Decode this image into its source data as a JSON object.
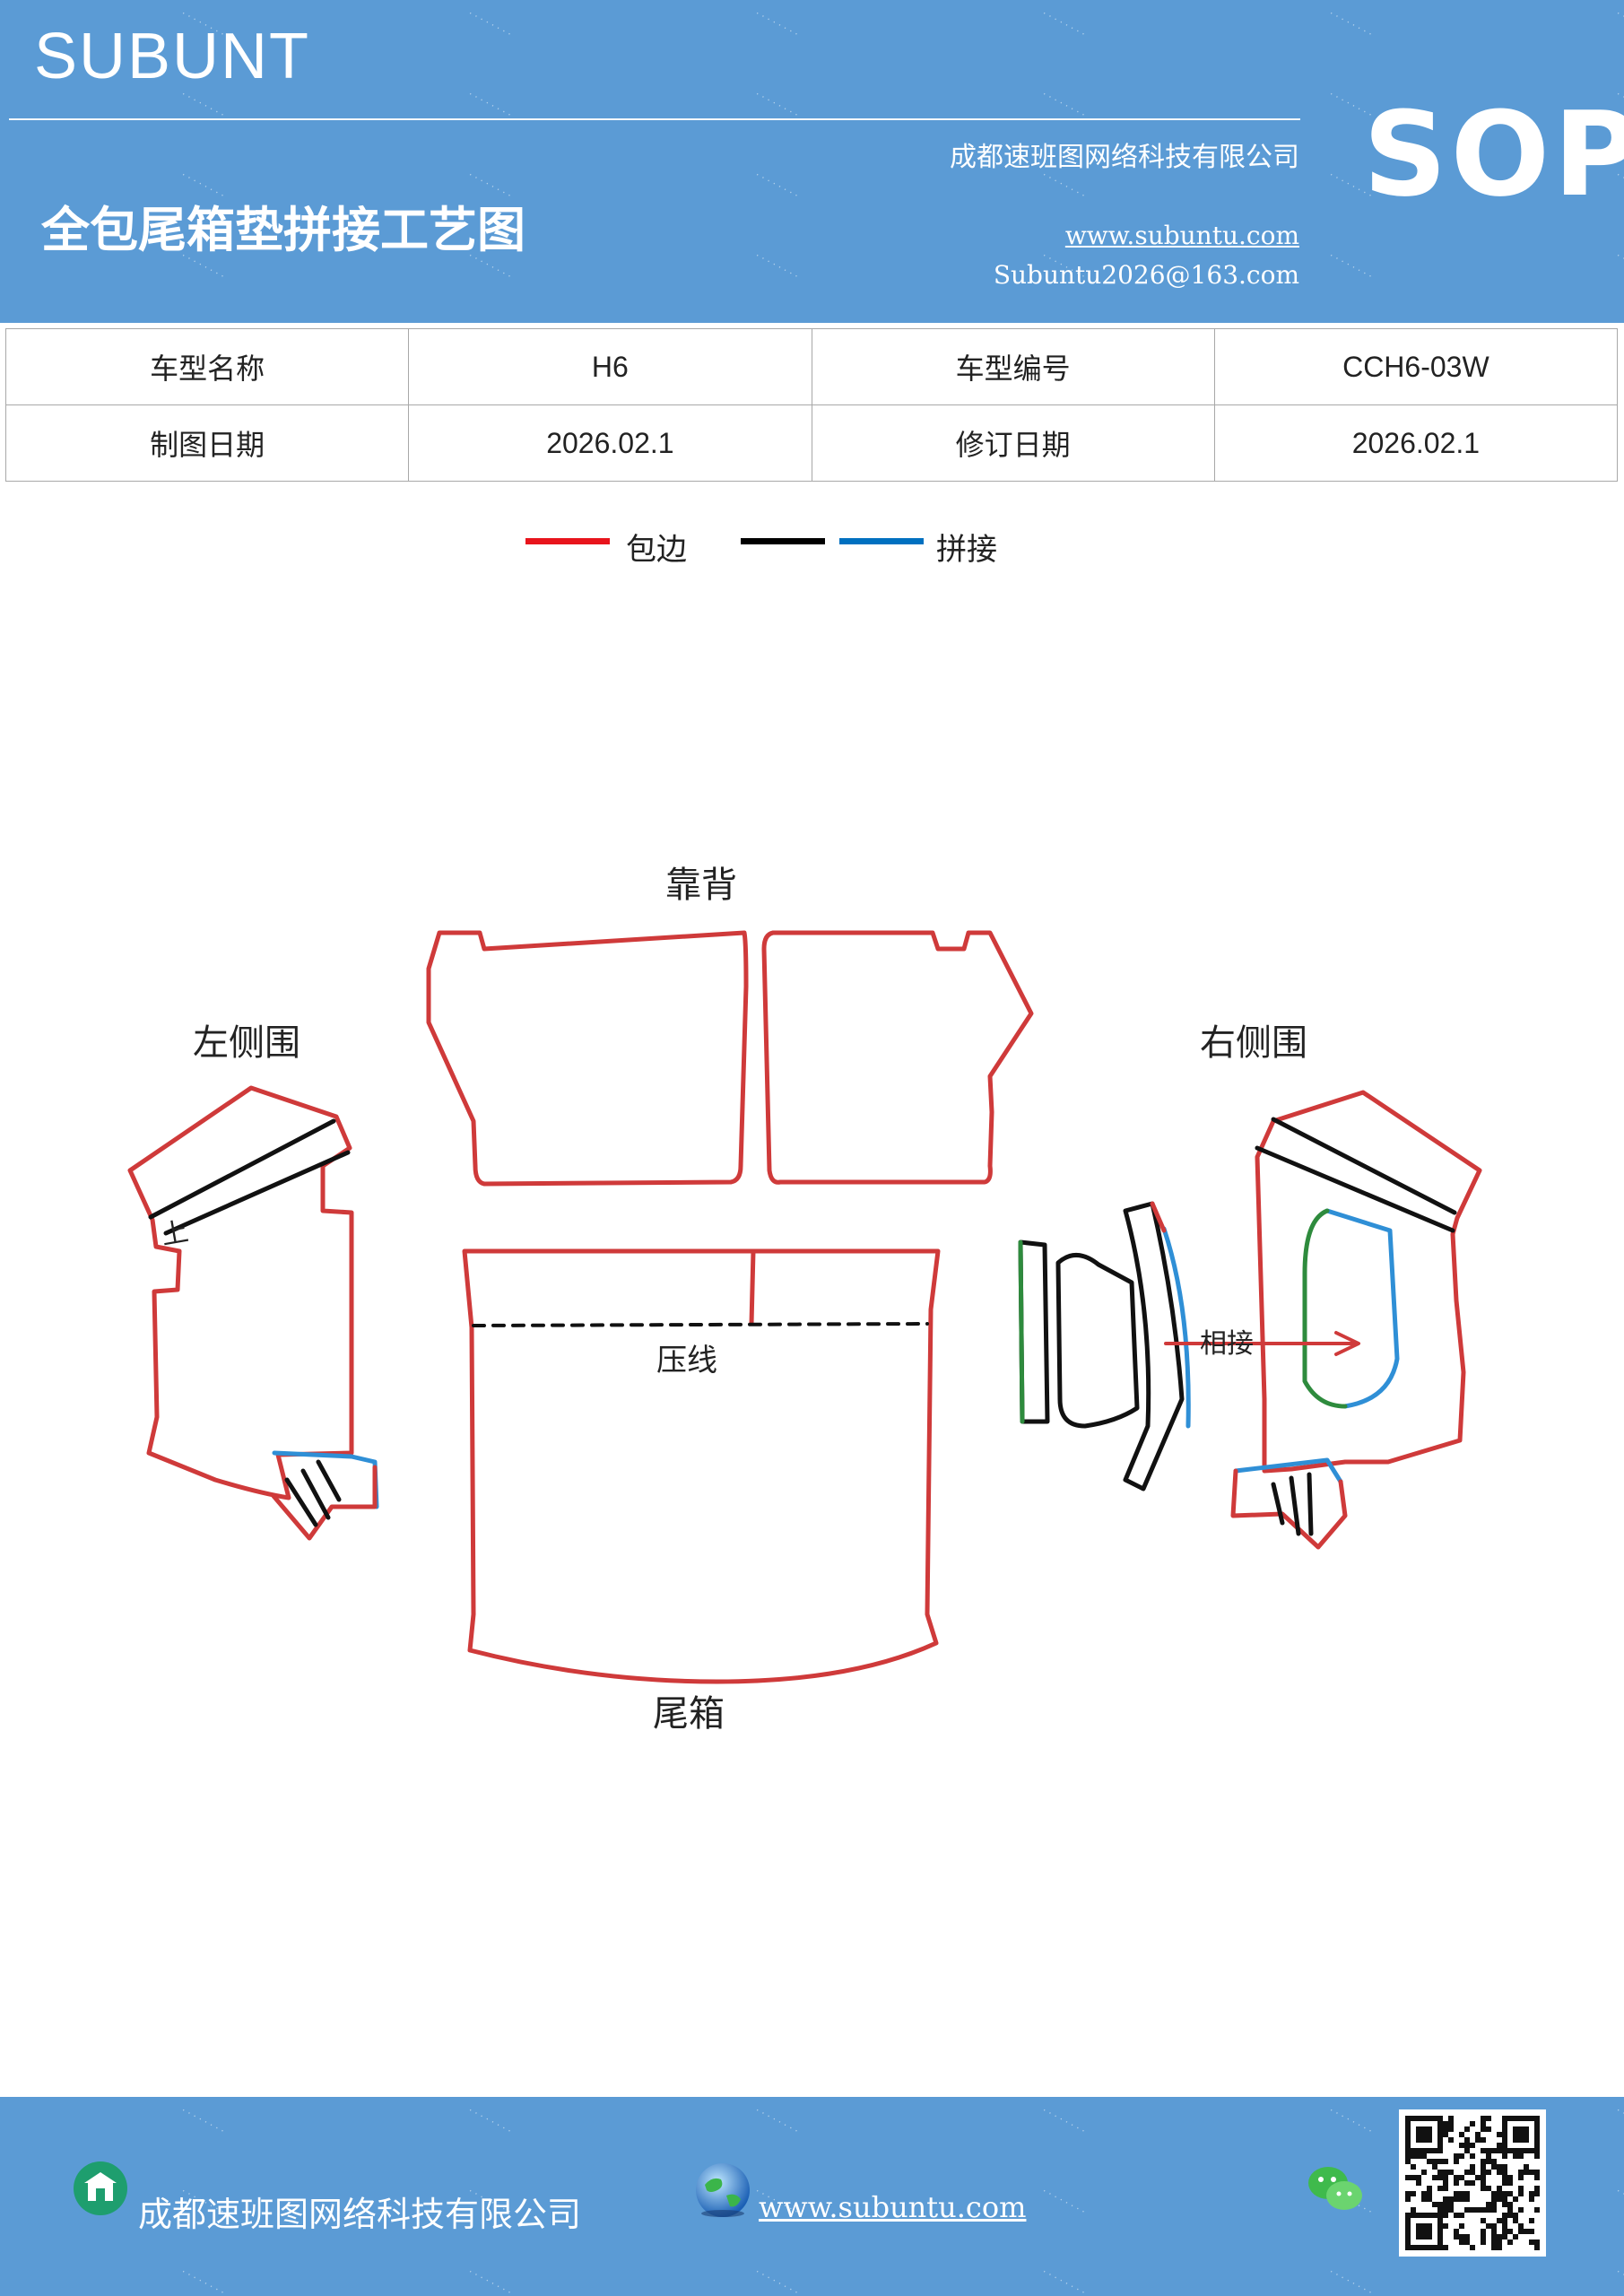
{
  "header": {
    "brand": "SUBUNT",
    "company": "成都速班图网络科技有限公司",
    "title": "全包尾箱垫拼接工艺图",
    "website": "www.subuntu.com",
    "email": "Subuntu2026@163.com",
    "badge": "SOP"
  },
  "info_table": {
    "rows": [
      [
        {
          "label": "车型名称"
        },
        {
          "value": "H6"
        },
        {
          "label": "车型编号"
        },
        {
          "value": "CCH6-03W"
        }
      ],
      [
        {
          "label": "制图日期"
        },
        {
          "value": "2026.02.1"
        },
        {
          "label": "修订日期"
        },
        {
          "value": "2026.02.1"
        }
      ]
    ]
  },
  "legend": {
    "items": [
      {
        "label": "包边",
        "color": "#e8141c"
      },
      {
        "label": "",
        "color": "#000000"
      },
      {
        "label": "拼接",
        "color": "#0070c0"
      }
    ]
  },
  "diagram": {
    "labels": {
      "backrest": "靠背",
      "left_side": "左侧围",
      "right_side": "右侧围",
      "trunk": "尾箱",
      "press_line": "压线",
      "up_mark": "上",
      "join": "相接"
    },
    "colors": {
      "edge": "#cf3a3a",
      "black": "#111111",
      "blue": "#2f8fd6",
      "green": "#2e8b3d"
    }
  },
  "footer": {
    "company": "成都速班图网络科技有限公司",
    "website": "www.subuntu.com",
    "building_icon": "building-icon",
    "globe_icon": "globe-icon",
    "wechat_icon": "wechat-icon",
    "qr_code": "qr-code"
  }
}
